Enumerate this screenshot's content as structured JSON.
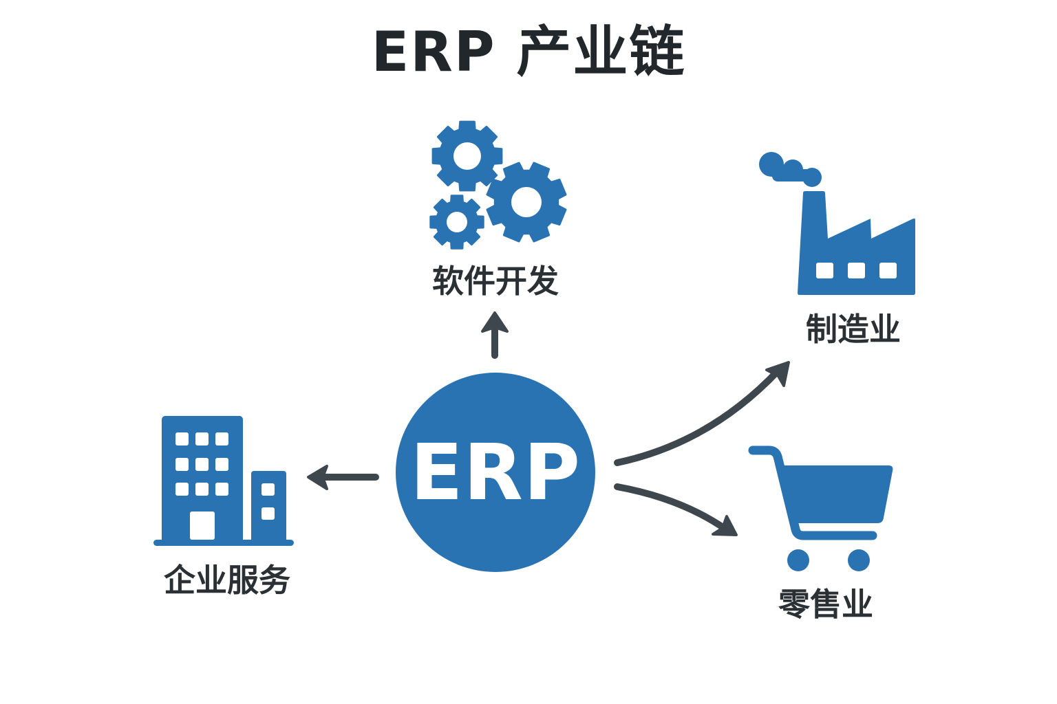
{
  "title": "ERP 产业链",
  "center": {
    "label": "ERP"
  },
  "nodes": [
    {
      "id": "software",
      "label": "软件开发",
      "icon": "gears-icon",
      "direction": "up"
    },
    {
      "id": "manufacturing",
      "label": "制造业",
      "icon": "factory-icon",
      "direction": "upper-right"
    },
    {
      "id": "retail",
      "label": "零售业",
      "icon": "shopping-cart-icon",
      "direction": "lower-right"
    },
    {
      "id": "enterprise",
      "label": "企业服务",
      "icon": "office-building-icon",
      "direction": "left"
    }
  ],
  "colors": {
    "primary": "#2a73b3",
    "arrow": "#3f474e",
    "text": "#22272c",
    "background": "#ffffff"
  }
}
